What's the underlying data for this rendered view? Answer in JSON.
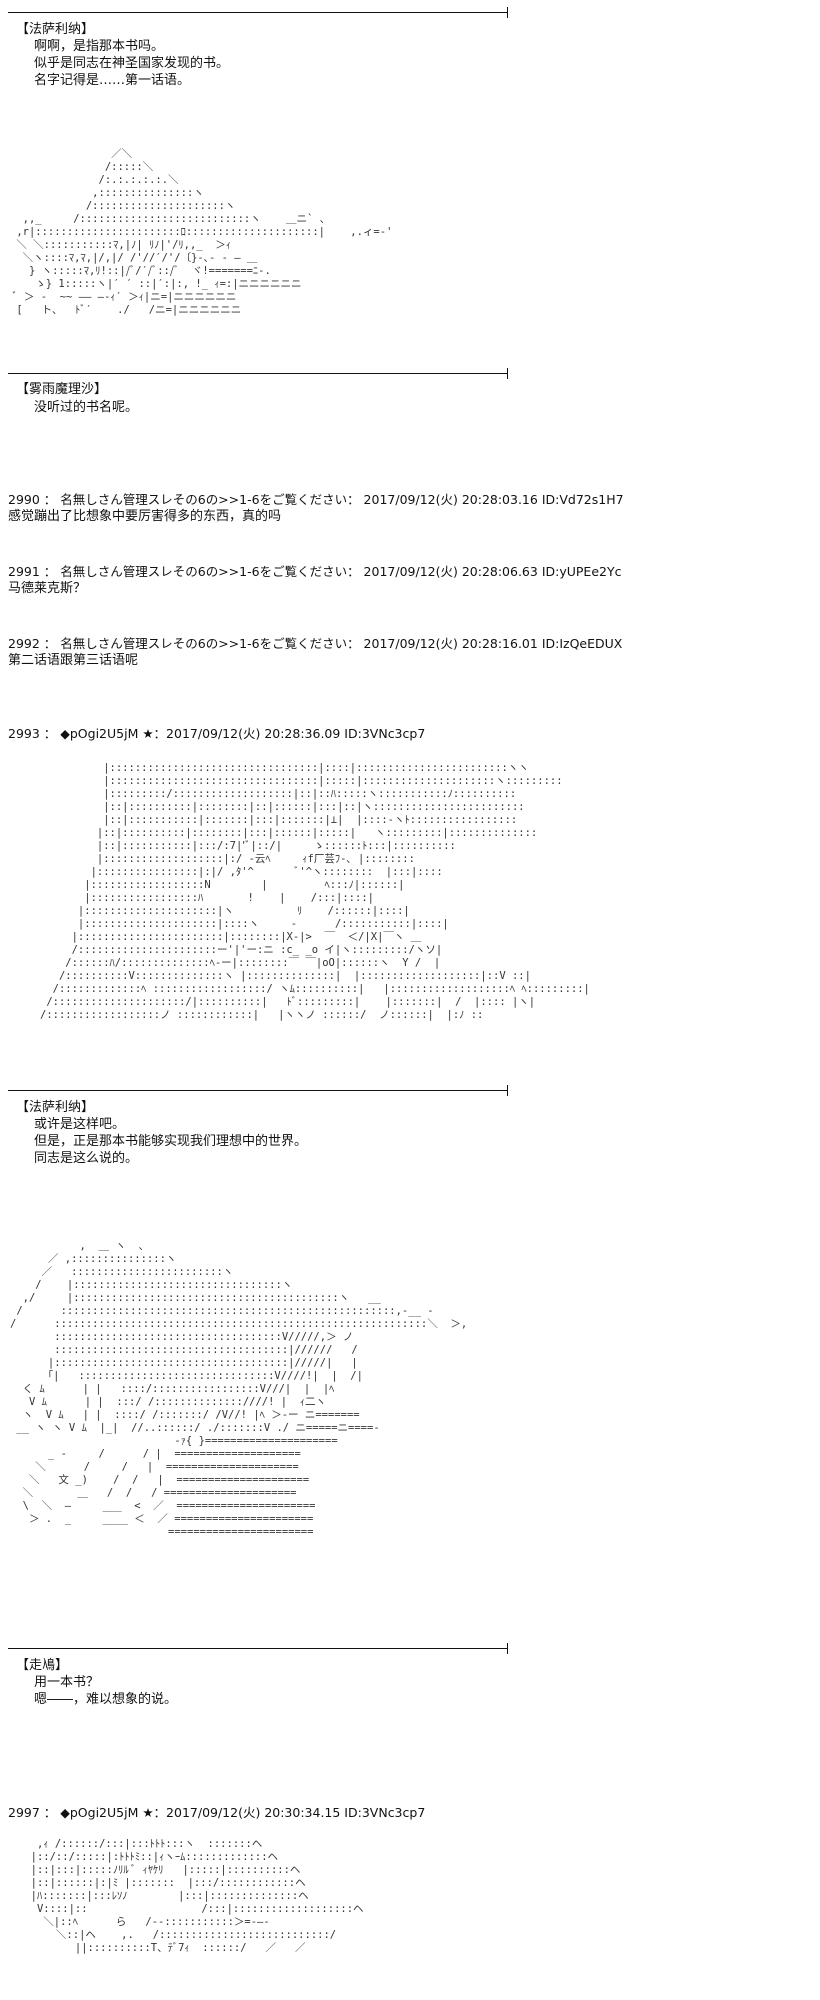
{
  "blocks": [
    {
      "speaker": "【法萨利纳】",
      "lines": [
        "啊啊，是指那本书吗。",
        "似乎是同志在神圣国家发现的书。",
        "名字记得是……第一话语。"
      ]
    },
    {
      "speaker": "【雾雨魔理沙】",
      "lines": [
        "没听过的书名呢。"
      ]
    },
    {
      "speaker": "【法萨利纳】",
      "lines": [
        "或许是这样吧。",
        "但是，正是那本书能够实现我们理想中的世界。",
        "同志是这么说的。"
      ]
    },
    {
      "speaker": "【走鳰】",
      "lines": [
        "用一本书？",
        "嗯――，难以想象的说。"
      ]
    }
  ],
  "posts": [
    {
      "header": "2990 ： 名無しさん管理スレその6の>>1-6をご覧ください：  2017/09/12(火) 20:28:03.16 ID:Vd72s1H7",
      "body": "感觉蹦出了比想象中要厉害得多的东西，真的吗"
    },
    {
      "header": "2991 ： 名無しさん管理スレその6の>>1-6をご覧ください：  2017/09/12(火) 20:28:06.63 ID:yUPEe2Yc",
      "body": "马德莱克斯？"
    },
    {
      "header": "2992 ： 名無しさん管理スレその6の>>1-6をご覧ください：  2017/09/12(火) 20:28:16.01 ID:IzQeEDUX",
      "body": "第二话语跟第三话语呢"
    },
    {
      "header": "2993 ： ◆pOgi2U5jM ★：2017/09/12(火) 20:28:36.09 ID:3VNc3cp7",
      "body": ""
    },
    {
      "header": "2997 ： ◆pOgi2U5jM ★：2017/09/12(火) 20:30:34.15 ID:3VNc3cp7",
      "body": ""
    }
  ],
  "art": {
    "a1": "                ／＼\n               /:::::＼\n              /:.:.:.:.:.＼\n             ,:::::::::::::::ヽ\n            /:::::::::::::::::::::ヽ\n  ,,_     /:::::::::::::::::::::::::::ヽ    ＿ニ` 、\n ,r|:::::::::::::::::::::::ﾛ:::::::::::::::::::::|    ,.ィ=-'\n ＼ ＼:::::::::::ﾏ,|ﾉ| ﾘﾉ|'/ﾘ,,_  ＞ｨ\n  ＼ヽ::::ﾏ,ﾏ,|/,|/ /'//′/'/〔}-､- ‐ ― ＿\n   } ヽ:::::ﾏ,ﾘ!::|/ﾞ/′/ﾞ::/ﾞ  ヾ!=======ﾆ-.\n    ゝ} 1:::::ヽ|′ ′ ::|′:|:, !_ ｨ=:|ニニニニニニ\n ﾞ ＞ ‐  ~~ ―― ―-ｨ′ ＞ｨ|ニ=|ニニニニニニ\n [   ト、  ﾄﾞ′    ./   /ニ=|ニニニニニニ",
    "a2": "          |:::::::::::::::::::::::::::::::::|::::|::::::::::::::::::::::::ヽヽ\n          |:::::::::::::::::::::::::::::::::|:::::|:::::::::::::::::::::ヽ:::::::::\n          |:::::::::/:::::::::::::::::::|::|::ﾊ:::::ヽ:::::::::::ﾉ::::::::::\n          |::|::::::::::|::::::::|::|::::::|:::|::|ヽ::::::::::::::::::::::::\n          |::|:::::::::::|:::::::|:::|:::::::|⊥|  |::::-ヽﾄ:::::::::::::::::\n         |::|::::::::::|::::::::|:::|::::::|:::::|   ヽ:::::::::|::::::::::::::\n         |::|:::::::::::|:::/:7|'ﾞ|::/|     ゝ::::::ﾄ:::|::::::::::\n         |:::::::::::::::::::|:/ -云ﾍ     ｨf厂芸ﾌ-､ |::::::::\n        |::::::::::::::::|:|/ ,ﾀ'^       ﾞ'^ヽ::::::::  |:::|::::\n       |::::::::::::::::::N        |         ﾍ:::ﾉ|::::::|\n       |:::::::::::::::::ﾊ       !    |    /:::|::::|\n      |:::::::::::::::::::::|ヽ          ﾘ    /::::::|::::|\n      |:::::::::::::::::::::|::::ヽ     ‐      /:::::::::::|::::|\n     |:::::::::::::::::::::::|::::::::|X-|>  ￣  ＜/|X|￣ヽ ＿\n     /::::::::::::::::::::::ー'|'ー:ニ :c_ _o イ|ヽ:::::::::/ヽソ|\n    /::::::ﾊ/::::::::::::::ﾍ-ー|::::::::￣ ￣|oO|::::::ヽ  Y /  |\n   /::::::::::V::::::::::::::ヽ |::::::::::::::|  |:::::::::::::::::::|::V ::|\n  /:::::::::::::ﾍ ::::::::::::::::::/ ヽﾑ::::::::::|   |:::::::::::::::::::ﾍ ﾍ:::::::::|\n /:::::::::::::::::::::/|::::::::::|   ﾄﾞ:::::::::|    |:::::::|  /  |:::: |ヽ|\n/::::::::::::::::::ノ ::::::::::::|   |ヽヽノ ::::::/  ノ::::::|  |:ﾉ ::",
    "a3": "           ,  ＿ ヽ  、\n      ／ ,:::::::::::::::ヽ\n     ／   ::::::::::::::::::::::::ヽ\n    /    |:::::::::::::::::::::::::::::::::ヽ\n  ,/     |::::::::::::::::::::::::::::::::::::::::::ヽ   __\n /      :::::::::::::::::::::::::::::::::::::::::::::::::::::,-__ ‐\n/      :::::::::::::::::::::::::::::::::::::::::::::::::::::::::::＼  ＞,\n       ::::::::::::::::::::::::::::::::::::V/////,＞ ノ\n       :::::::::::::::::::::::::::::::::::::|//////   / \n      |:::::::::::::::::::::::::::::::::::::|/////|   |\n      ｢|   :::::::::::::::::::::::::::::::V////!|  |  /|\n  く ﾑ      | |   ::::/:::::::::::::::::V///|  |  |ﾍ\n   V ﾑ      | |  :::/ /::::::::::::::////! |  ｨ二ヽ\n  ヽ  V ﾑ   | |  ::::/ /:::::::/ /V//! |ﾍ ＞-ー ニ=======\n __ ヽ ヽ V ﾑ  |_|  //..::::::/ ./:::::::V ./ ニ=====ニ====-\n                          -ｧ{ }=====================\n      _ -     /      / |  ====================\n    ＼      /     /   |  =====================\n   ＼   文 _)    /  /   |  =====================\n  ＼       ＿   /  /   / =====================\n  \\  ＼  ―     ___  <  ／  ======================\n   ＞ .  _     ____ ＜  ／ ======================\n                         =======================",
    "a4": "   ,ｨ /::::::/:::|:::ﾄﾄﾄ:::ヽ  :::::::ヘ\n  |::/::/:::::|:ﾄﾄﾄﾐ::|ｨヽｰﾑ:::::::::::::ヘ\n  |::|:::|:::::ﾉﾘﾙ ﾞ ｨﾔｹﾘ   |:::::|::::::::::ヘ\n  |::|::::::|:|ﾐ |:::::::  |:::/::::::::::::ヘ\n  |ﾊ:::::::|:::ﾚｿﾉ        |:::|::::::::::::::ヘ\n   V::::|::                  /:::|:::::::::::::::::::ヘ\n    ＼|::ﾍ      ら   /--:::::::::::＞=-―-\n      ＼::|ヘ    ,.   /:::::::::::::::::::::::::::/\n         ||::::::::::T、ﾃﾞ7ｨ  ::::::/   ／   ／"
  }
}
